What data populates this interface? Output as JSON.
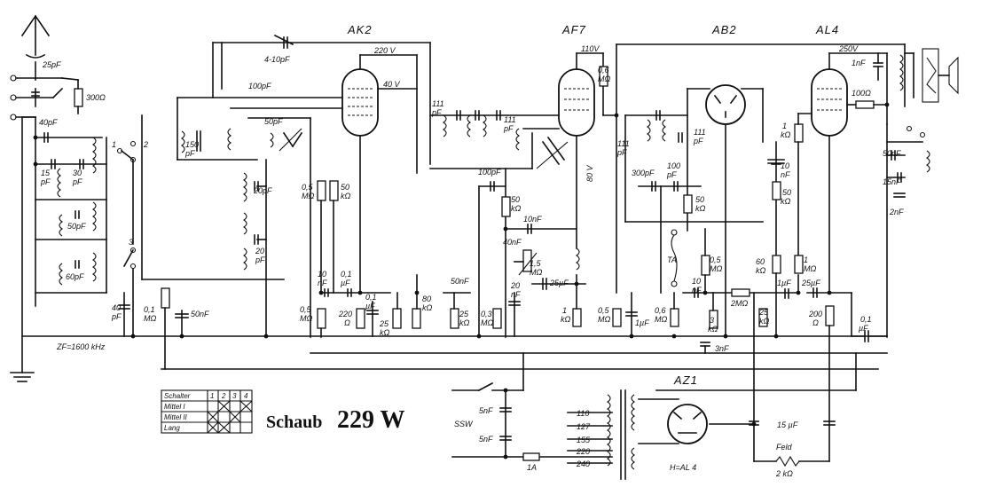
{
  "title": {
    "brand": "Schaub",
    "model": "229 W"
  },
  "tubes": {
    "ak2": "AK2",
    "af7": "AF7",
    "ab2": "AB2",
    "al4": "AL4",
    "az1": "AZ1"
  },
  "voltages": {
    "v220": "220 V",
    "v40": "40 V",
    "v110": "110V",
    "v250": "250V",
    "v80": "80 V"
  },
  "if_label": "ZF=1600 kHz",
  "switch_table": {
    "header": "Schalter",
    "cols": [
      "1",
      "2",
      "3",
      "4"
    ],
    "rows": [
      "Mittel I",
      "Mittel II",
      "Lang"
    ]
  },
  "mains": {
    "taps": [
      "110",
      "127",
      "155",
      "220",
      "240"
    ],
    "ssw": "SSW",
    "fuse": "1A",
    "heater": "H=AL 4",
    "feld_label": "Feld",
    "feld_value": "2 kΩ",
    "cap_a": "5nF",
    "cap_b": "5nF",
    "filter": "15 µF"
  },
  "labels": {
    "c_25pf": "25pF",
    "r_300": "300Ω",
    "c_40pf_top": "40pF",
    "c_15pf": "15",
    "c_15pf_u": "pF",
    "c_30pf": "30",
    "c_30pf_u": "pF",
    "c_50pf": "50pF",
    "c_60pf": "60pF",
    "c_40pf_bot": "40",
    "c_40pf_bot_u": "pF",
    "r_01_a": "0,1",
    "r_01_a_u": "MΩ",
    "c_50nf_a": "50nF",
    "c_150pf": "150",
    "c_150pf_u": "pF",
    "c_100pf_a": "100pF",
    "c_50pf_b": "50pF",
    "c_trim": "4-10pF",
    "c_20pf_a": "20pF",
    "c_20pf_b": "20",
    "c_20pf_b_u": "pF",
    "r_05_a": "0,5",
    "r_05_a_u": "MΩ",
    "r_50k_a": "50",
    "r_50k_a_u": "kΩ",
    "c_10nf_a": "10",
    "c_10nf_a_u": "nF",
    "c_01uf_a": "0,1",
    "c_01uf_a_u": "µF",
    "r_05_b": "0,5",
    "r_05_b_u": "MΩ",
    "r_220": "220",
    "r_220_u": "Ω",
    "c_01uf_b": "0,1",
    "c_01uf_b_u": "µF",
    "r_25k_a": "25",
    "r_25k_a_u": "kΩ",
    "r_80k": "80",
    "r_80k_u": "kΩ",
    "c_50nf_b": "50nF",
    "r_25k_b": "25",
    "r_25k_b_u": "kΩ",
    "c_111_a": "111",
    "c_111_a_u": "pF",
    "c_111_b": "111",
    "c_111_b_u": "pF",
    "c_100pf_b": "100pF",
    "r_50k_b": "50",
    "r_50k_b_u": "kΩ",
    "c_10nf_b": "10nF",
    "c_40nf": "40nF",
    "r_15m": "1,5",
    "r_15m_u": "MΩ",
    "c_20nf": "20",
    "c_20nf_u": "nF",
    "r_03": "0,3",
    "r_03_u": "MΩ",
    "c_25uf_a": "25µF",
    "r_1k_a": "1",
    "r_1k_a_u": "kΩ",
    "r_06_a": "0,6",
    "r_06_a_u": "MΩ",
    "r_05_c": "0,5",
    "r_05_c_u": "MΩ",
    "c_1uf": "1µF",
    "c_111_c": "111",
    "c_111_c_u": "pF",
    "c_111_d": "111",
    "c_111_d_u": "pF",
    "c_300pf": "300pF",
    "c_100pf_c": "100",
    "c_100pf_c_u": "pF",
    "r_50k_c": "50",
    "r_50k_c_u": "kΩ",
    "ta": "TA",
    "r_05_d": "0,5",
    "r_05_d_u": "MΩ",
    "c_10nf_c": "10",
    "c_10nf_c_u": "nF",
    "r_2m": "2MΩ",
    "r_06_b": "0,6",
    "r_06_b_u": "MΩ",
    "r_3k": "3",
    "r_3k_u": "kΩ",
    "c_3nf": "3nF",
    "r_1k_b": "1",
    "r_1k_b_u": "kΩ",
    "c_10nf_d": "10",
    "c_10nf_d_u": "nF",
    "r_50k_d": "50",
    "r_50k_d_u": "kΩ",
    "r_60k": "60",
    "r_60k_u": "kΩ",
    "r_1m": "1",
    "r_1m_u": "MΩ",
    "c_1uf_b": "1µF",
    "c_25uf_b": "25µF",
    "r_25k_c": "25",
    "r_25k_c_u": "kΩ",
    "r_200": "200",
    "r_200_u": "Ω",
    "c_01uf_c": "0,1",
    "c_01uf_c_u": "µF",
    "r_100": "100Ω",
    "c_1nf": "1nF",
    "c_50nf_c": "50nF",
    "c_15nf": "15nF",
    "c_2nf": "2nF",
    "sw1": "1",
    "sw2": "2",
    "sw3": "3"
  }
}
